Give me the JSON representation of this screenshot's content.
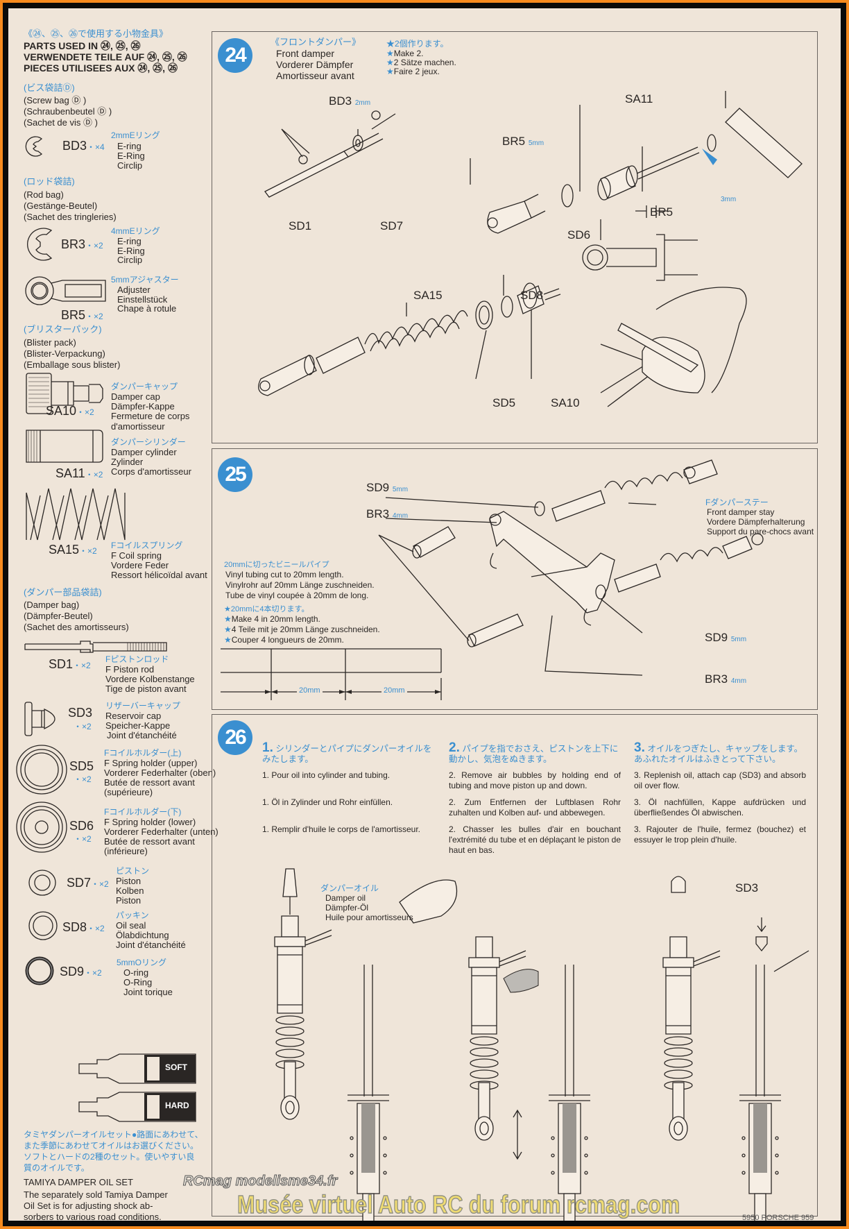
{
  "parts_header": {
    "jp": "《㉔、㉕、㉖で使用する小物金具》",
    "en": "PARTS USED IN ㉔, ㉕, ㉖",
    "de": "VERWENDETE TEILE AUF ㉔, ㉕, ㉖",
    "fr": "PIECES UTILISEES AUX ㉔, ㉕, ㉖"
  },
  "bags": [
    {
      "jp": "(ビス袋詰Ⓓ)",
      "en": "(Screw bag Ⓓ )",
      "de": "(Schraubenbeutel Ⓓ )",
      "fr": "(Sachet de vis Ⓓ )"
    },
    {
      "jp": "(ロッド袋詰)",
      "en": "(Rod bag)",
      "de": "(Gestänge-Beutel)",
      "fr": "(Sachet des tringleries)"
    },
    {
      "jp": "(ブリスターパック)",
      "en": "(Blister pack)",
      "de": "(Blister-Verpackung)",
      "fr": "(Emballage sous blister)"
    },
    {
      "jp": "(ダンパー部品袋詰)",
      "en": "(Damper bag)",
      "de": "(Dämpfer-Beutel)",
      "fr": "(Sachet des amortisseurs)"
    }
  ],
  "parts": [
    {
      "code": "BD3",
      "qty": "・×4",
      "jp": "2mmEリング",
      "l1": "E-ring",
      "l2": "E-Ring",
      "l3": "Circlip"
    },
    {
      "code": "BR3",
      "qty": "・×2",
      "jp": "4mmEリング",
      "l1": "E-ring",
      "l2": "E-Ring",
      "l3": "Circlip"
    },
    {
      "code": "BR5",
      "qty": "・×2",
      "jp": "5mmアジャスター",
      "l1": "Adjuster",
      "l2": "Einstellstück",
      "l3": "Chape à rotule"
    },
    {
      "code": "SA10",
      "qty": "・×2",
      "jp": "ダンパーキャップ",
      "l1": "Damper cap",
      "l2": "Dämpfer-Kappe",
      "l3": "Fermeture de corps",
      "l4": "d'amortisseur"
    },
    {
      "code": "SA11",
      "qty": "・×2",
      "jp": "ダンパーシリンダー",
      "l1": "Damper cylinder",
      "l2": "Zylinder",
      "l3": "Corps d'amortisseur"
    },
    {
      "code": "SA15",
      "qty": "・×2",
      "jp": "Fコイルスプリング",
      "l1": "F Coil spring",
      "l2": "Vordere Feder",
      "l3": "Ressort hélicoïdal avant"
    },
    {
      "code": "SD1",
      "qty": "・×2",
      "jp": "Fピストンロッド",
      "l1": "F Piston rod",
      "l2": "Vordere Kolbenstange",
      "l3": "Tige de piston avant"
    },
    {
      "code": "SD3",
      "qty": "・×2",
      "jp": "リザーバーキャップ",
      "l1": "Reservoir cap",
      "l2": "Speicher-Kappe",
      "l3": "Joint d'étanchéité"
    },
    {
      "code": "SD5",
      "qty": "・×2",
      "jp": "Fコイルホルダー(上)",
      "l1": "F Spring holder (upper)",
      "l2": "Vorderer Federhalter (oben)",
      "l3": "Butée de ressort avant",
      "l4": "(supérieure)"
    },
    {
      "code": "SD6",
      "qty": "・×2",
      "jp": "Fコイルホルダー(下)",
      "l1": "F Spring holder (lower)",
      "l2": "Vorderer Federhalter (unten)",
      "l3": "Butée de ressort avant",
      "l4": "(inférieure)"
    },
    {
      "code": "SD7",
      "qty": "・×2",
      "jp": "ピストン",
      "l1": "Piston",
      "l2": "Kolben",
      "l3": "Piston"
    },
    {
      "code": "SD8",
      "qty": "・×2",
      "jp": "パッキン",
      "l1": "Oil seal",
      "l2": "Ölabdichtung",
      "l3": "Joint d'étanchéité"
    },
    {
      "code": "SD9",
      "qty": "・×2",
      "jp": "5mmOリング",
      "l1": "O-ring",
      "l2": "O-Ring",
      "l3": "Joint torique"
    }
  ],
  "oil_set": {
    "bottle1": "SOFT",
    "bottle2": "HARD",
    "jp": [
      "タミヤダンパーオイルセット●路面にあわせて、",
      "また季節にあわせてオイルはお選びください。",
      "ソフトとハードの2種のセット。使いやすい良",
      "質のオイルです。"
    ],
    "title": "TAMIYA DAMPER OIL SET",
    "desc": [
      "The separately sold Tamiya Damper",
      "Oil Set is for adjusting shock ab-",
      "sorbers to various road conditions."
    ]
  },
  "step24": {
    "number": "24",
    "jp": "《フロントダンパー》",
    "en": "Front damper",
    "de": "Vorderer Dämpfer",
    "fr": "Amortisseur avant",
    "notes": [
      "★2個作ります。",
      "Make 2.",
      "2 Sätze machen.",
      "Faire 2 jeux."
    ],
    "labels": {
      "bd3": "BD3",
      "bd3mm": "2mm",
      "sa11": "SA11",
      "br5a": "BR5",
      "br5mm": "5mm",
      "sd1": "SD1",
      "sd7": "SD7",
      "sd6": "SD6",
      "br5b": "BR5",
      "gap": "3mm",
      "sa15": "SA15",
      "sd8": "SD8",
      "sd5": "SD5",
      "sa10": "SA10"
    }
  },
  "step25": {
    "number": "25",
    "labels": {
      "sd9a": "SD9",
      "sd9a_mm": "5mm",
      "br3a": "BR3",
      "br3a_mm": "4mm",
      "sd9b": "SD9",
      "sd9b_mm": "5mm",
      "br3b": "BR3",
      "br3b_mm": "4mm"
    },
    "stay": {
      "jp": "Fダンパーステー",
      "en": "Front damper stay",
      "de": "Vordere Dämpferhalterung",
      "fr": "Support du pare-chocs avant"
    },
    "tubing": {
      "jp": "20mmに切ったビニールパイプ",
      "en": "Vinyl tubing cut to 20mm length.",
      "de": "Vinylrohr auf 20mm Länge zuschneiden.",
      "fr": "Tube de vinyl coupée à 20mm de long."
    },
    "cut": {
      "jp": "★20mmに4本切ります。",
      "en": "Make 4 in 20mm length.",
      "de": "4 Teile mit je 20mm Länge zuschneiden.",
      "fr": "Couper 4 longueurs de 20mm."
    },
    "dims": [
      "20mm",
      "20mm"
    ]
  },
  "step26": {
    "number": "26",
    "cols": [
      {
        "num": "1.",
        "jp": "シリンダーとパイプにダンパーオイルをみたします。",
        "en": "1. Pour oil into cylinder and tubing.",
        "de": "1. Öl in Zylinder und Rohr einfüllen.",
        "fr": "1. Remplir d'huile le corps de l'amortisseur."
      },
      {
        "num": "2.",
        "jp": "パイプを指でおさえ、ピストンを上下に動かし、気泡をぬきます。",
        "en": "2. Remove air bubbles by holding end of tubing and move piston up and down.",
        "de": "2. Zum Entfernen der Luftblasen Rohr zuhalten und Kolben auf- und abbewegen.",
        "fr": "2. Chasser les bulles d'air en bouchant l'extrémité du tube et en déplaçant le piston de haut en bas."
      },
      {
        "num": "3.",
        "jp": "オイルをつぎたし、キャップをします。あふれたオイルはふきとって下さい。",
        "en": "3. Replenish oil, attach cap (SD3) and absorb oil over flow.",
        "de": "3. Öl nachfüllen, Kappe aufdrücken und überfließendes Öl abwischen.",
        "fr": "3. Rajouter de l'huile, fermez (bouchez) et essuyer le trop plein d'huile."
      }
    ],
    "oil": {
      "jp": "ダンパーオイル",
      "en": "Damper oil",
      "de": "Dämpfer-Öl",
      "fr": "Huile pour amortisseurs"
    },
    "sd3": "SD3"
  },
  "watermark": "Musée virtuel Auto RC du forum rcmag.com",
  "watermark_logo": "RCmag modelisme34.fr",
  "footer": "5950 PORSCHE 959",
  "colors": {
    "accent": "#3a8fd0",
    "paper": "#efe5d9",
    "frame_outer": "#f68a1e",
    "frame_inner": "#0a0a0a"
  }
}
